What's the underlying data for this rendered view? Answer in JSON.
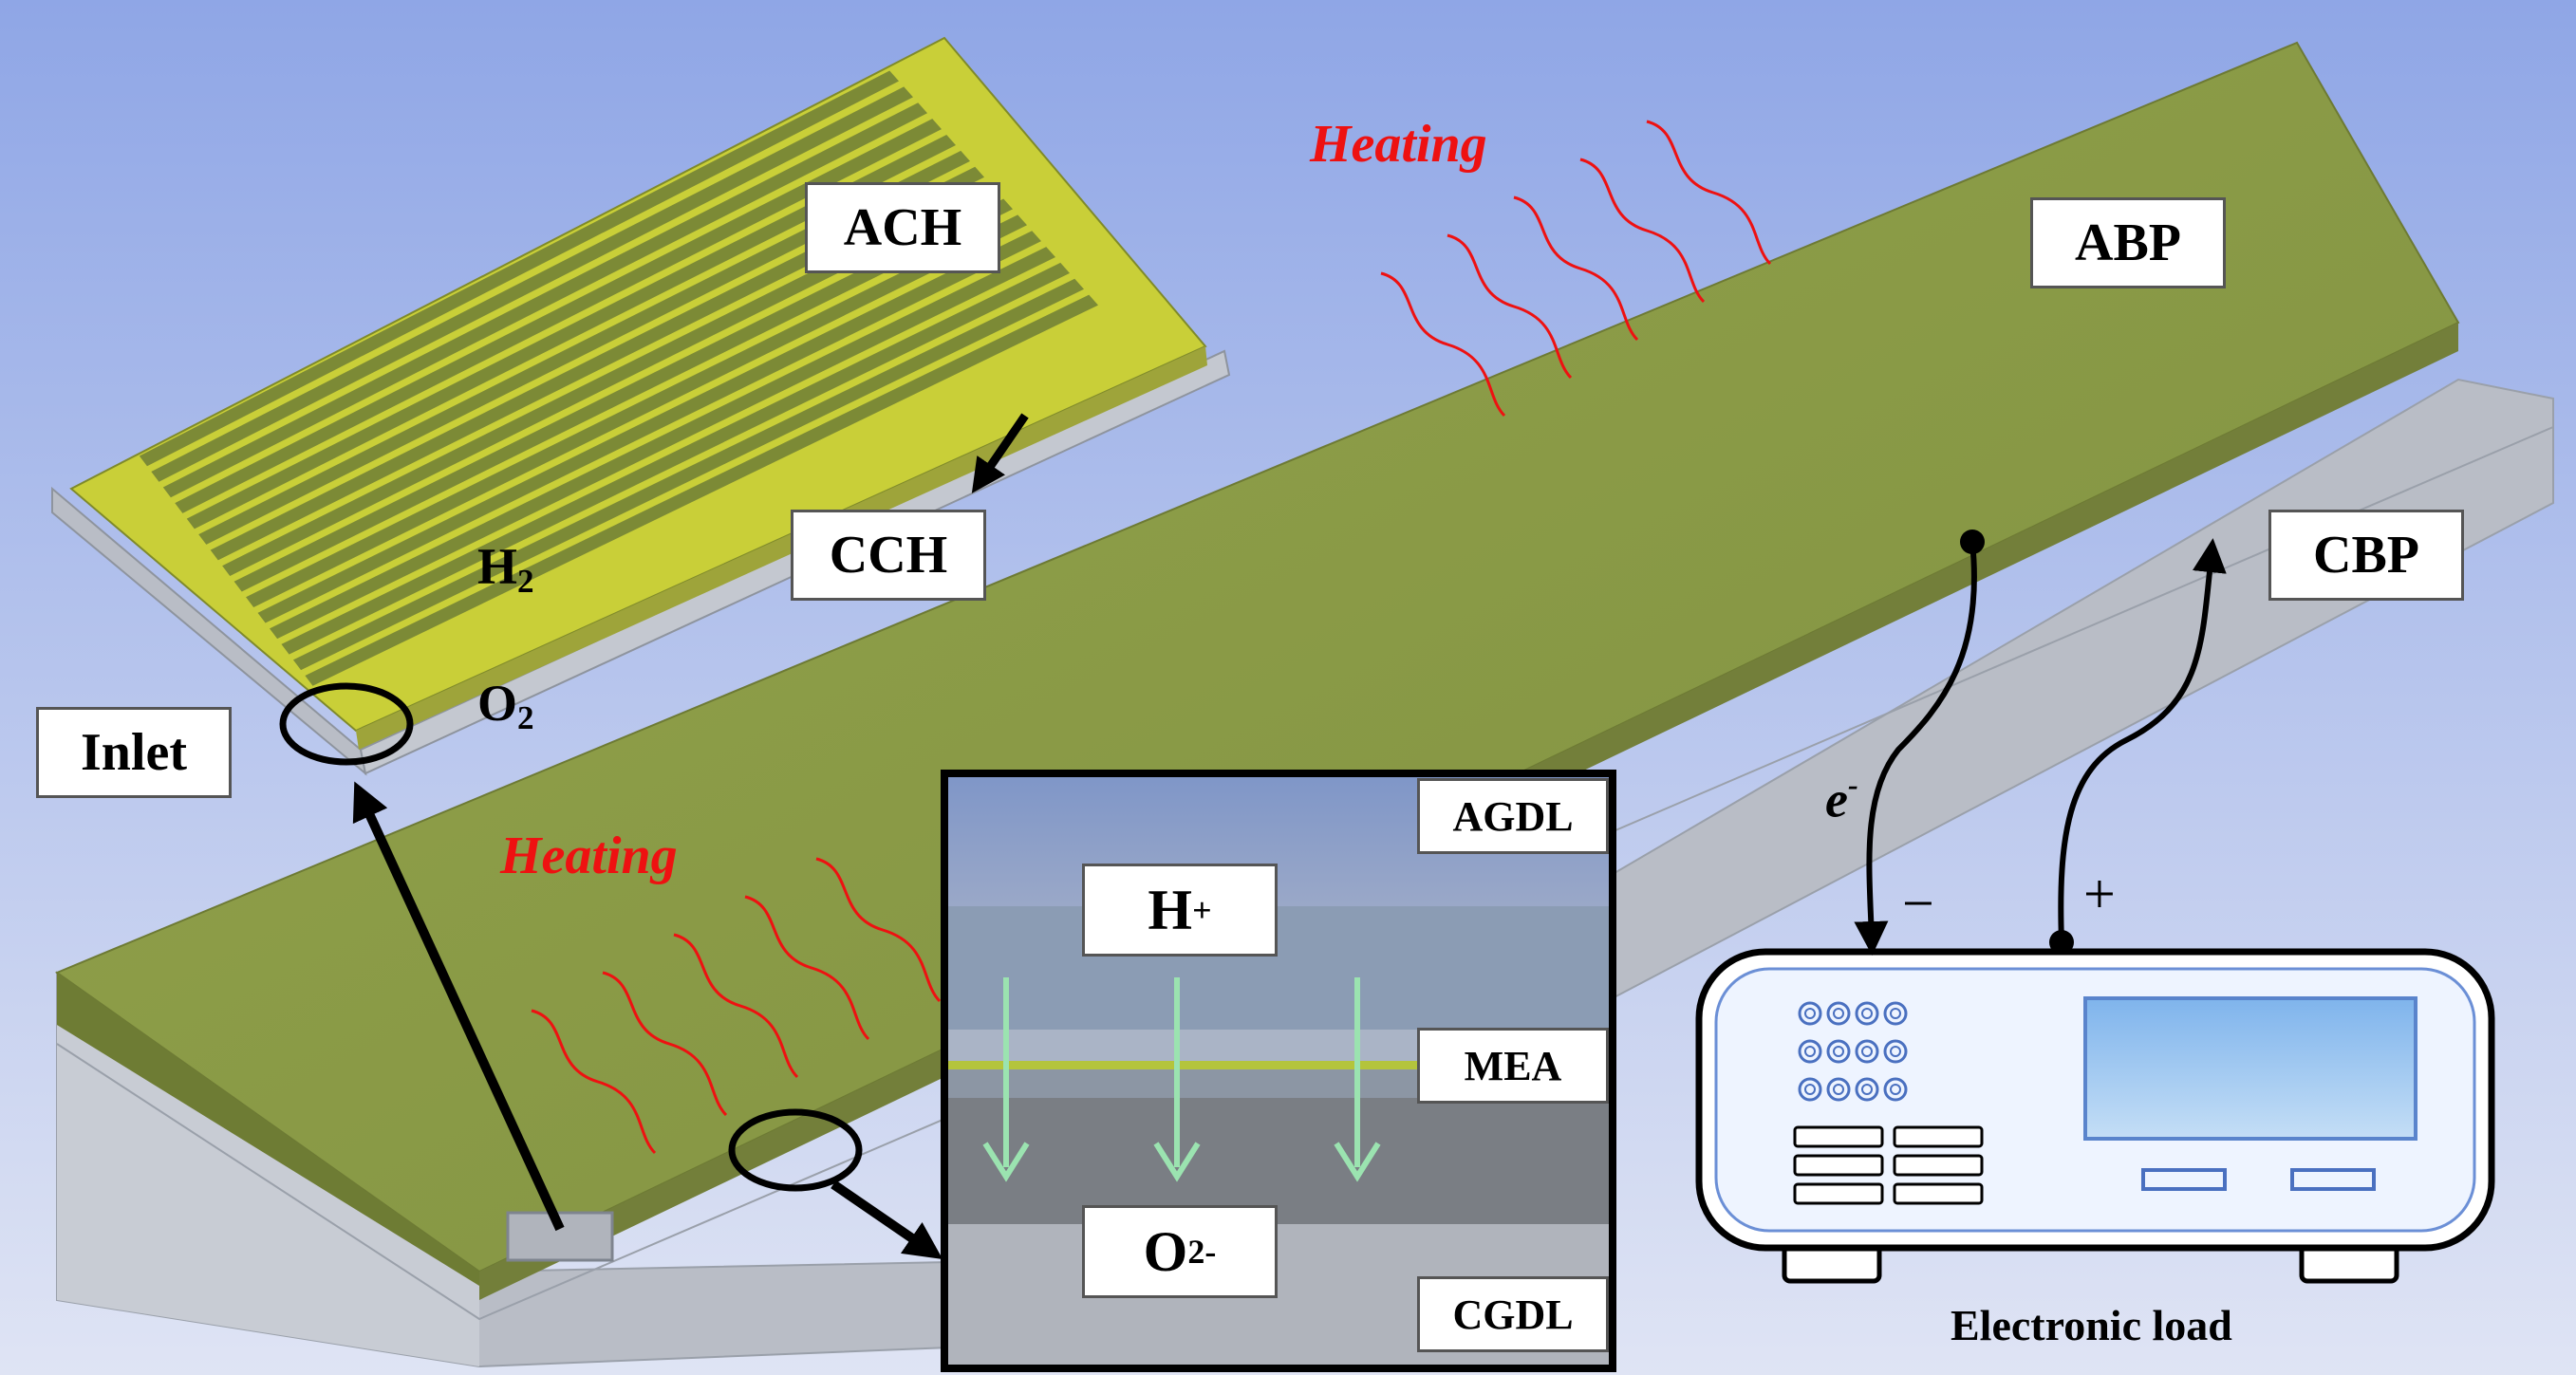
{
  "colors": {
    "background_top": "#8fa6e6",
    "background_bottom": "#dfe4f4",
    "plate_top": "#8a9a46",
    "plate_side": "#b8bcc4",
    "channel_rib": "#c9cf38",
    "channel_groove": "#808c3a",
    "heating": "#ee1111",
    "proton_arrow": "#9be3b0",
    "load_screen": "#a6cdf2"
  },
  "labels": {
    "ach": "ACH",
    "abp": "ABP",
    "cch": "CCH",
    "cbp": "CBP",
    "inlet": "Inlet",
    "agdl": "AGDL",
    "mea": "MEA",
    "cgdl": "CGDL"
  },
  "species": {
    "h2_symbol": "H",
    "h2_sub": "2",
    "o2_symbol": "O",
    "o2_sub": "2",
    "h_plus_symbol": "H",
    "h_plus_sup": "+",
    "o2minus_symbol": "O",
    "o2minus_sup": "2-",
    "electron_symbol": "e",
    "electron_sup": "-"
  },
  "heating": {
    "top": "Heating",
    "bottom": "Heating"
  },
  "load": {
    "label": "Electronic load",
    "minus": "−",
    "plus": "+"
  }
}
